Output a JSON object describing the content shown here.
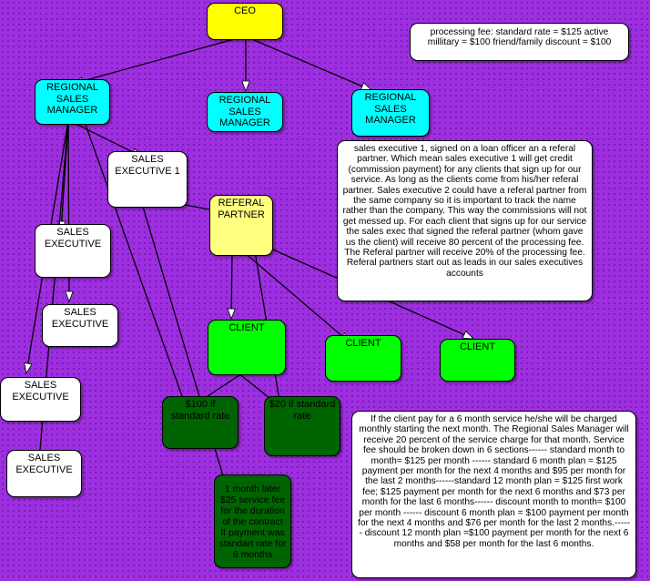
{
  "colors": {
    "background": "#9e2fe0",
    "ceo": "#ffff00",
    "manager": "#00ffff",
    "white": "#ffffff",
    "partner": "#ffff80",
    "client": "#00ff00",
    "client_light": "#33ff33",
    "dark_green": "#006400",
    "line": "#000000"
  },
  "nodes": {
    "ceo": "CEO",
    "rsm1": "REGIONAL\nSALES\nMANAGER",
    "rsm2": "REGIONAL\nSALES\nMANAGER",
    "rsm3": "REGIONAL\nSALES\nMANAGER",
    "se1": "SALES\nEXECUTIVE 1",
    "se2": "SALES\nEXECUTIVE",
    "se3": "SALES\nEXECUTIVE",
    "se4": "SALES\nEXECUTIVE",
    "se5": "SALES\nEXECUTIVE",
    "partner": "REFERAL\nPARTNER",
    "client1": "CLIENT",
    "client2": "CLIENT",
    "client3": "CLIENT",
    "fee100": "$100 if\nstandard rate",
    "fee20": "$20 if standard\nrate",
    "monthlater": "1 month later\n$25 service fee\nfor the duration\nof the contract\nIf payment was\nstandart rate for\n6 months"
  },
  "notes": {
    "fees": "processing fee: standard rate = $125  active millitary = $100  friend/family discount  = $100",
    "partner_info": "sales executive 1, signed on a loan officer an a referal partner.  Which mean sales executive 1 will get credit (commission payment) for any clients that sign up for our service. As long as the clients come from his/her referal partner. Sales executive 2 could have a referal partner from the same company so it is important to track the name rather than the company. This way the commissions will not get messed up. For each client that signs up for our service the sales exec that signed the referal partner (whom gave us the client) will receive 80 percent of the processing fee. The Referal partner will receive 20% of the processing fee. Referal partners start out as leads in our sales executives accounts",
    "payment_info": "If the client pay for a 6 month service he/she will be charged monthly starting the next month. The Regional Sales Manager will receive 20 percent of the service charge for that month.  Service fee should be broken down in 6 sections------ standard month to month=  $125 per month ------ standard 6 month plan = $125 payment per month for the next 4 months and $95 per month for the last 2 months------standard 12 month plan =  $125 first work fee; $125 payment per month for the next 6 months and $73 per month for the last 6 months------ discount month to month=  $100 per month ------ discount 6 month plan = $100 payment per month for the next 4 months and $76 per month for the last 2 months.------ discount 12 month plan =$100 payment per month for the next 6 months and $58 per month for the last 6 months."
  }
}
